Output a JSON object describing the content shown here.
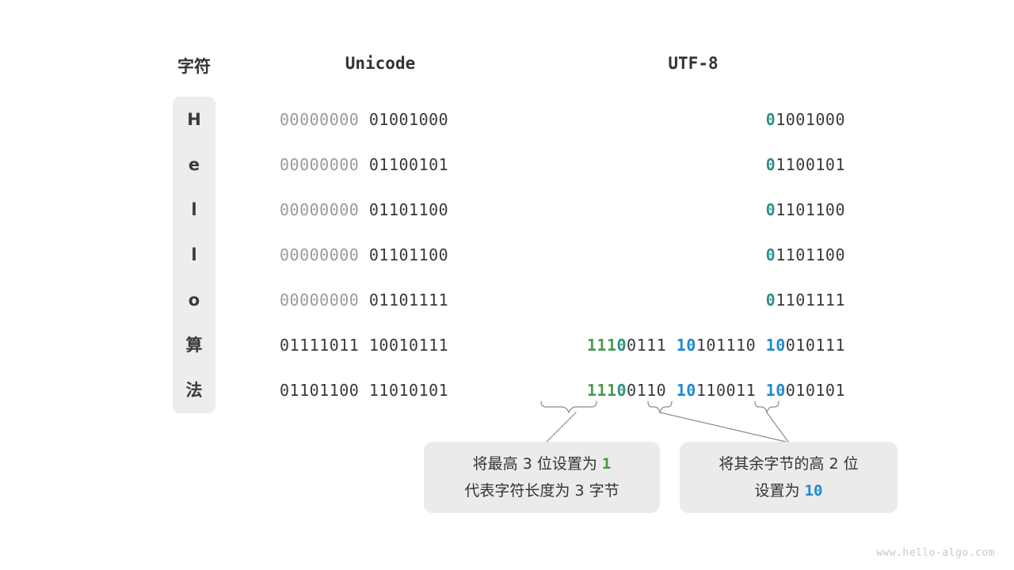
{
  "title": "Unicode to UTF-8 encoding diagram",
  "headers": {
    "char": "字符",
    "unicode": "Unicode",
    "utf8": "UTF-8"
  },
  "rows": [
    {
      "char": "H",
      "unicode_high": "00000000",
      "unicode_low": "01001000",
      "utf8_bytes": [
        {
          "prefix": "0",
          "prefix_color": "teal",
          "rest": "1001000"
        }
      ]
    },
    {
      "char": "e",
      "unicode_high": "00000000",
      "unicode_low": "01100101",
      "utf8_bytes": [
        {
          "prefix": "0",
          "prefix_color": "teal",
          "rest": "1100101"
        }
      ]
    },
    {
      "char": "l",
      "unicode_high": "00000000",
      "unicode_low": "01101100",
      "utf8_bytes": [
        {
          "prefix": "0",
          "prefix_color": "teal",
          "rest": "1101100"
        }
      ]
    },
    {
      "char": "l",
      "unicode_high": "00000000",
      "unicode_low": "01101100",
      "utf8_bytes": [
        {
          "prefix": "0",
          "prefix_color": "teal",
          "rest": "1101100"
        }
      ]
    },
    {
      "char": "o",
      "unicode_high": "00000000",
      "unicode_low": "01101111",
      "utf8_bytes": [
        {
          "prefix": "0",
          "prefix_color": "teal",
          "rest": "1101111"
        }
      ]
    },
    {
      "char": "算",
      "unicode_high": "01111011",
      "unicode_low": "10010111",
      "utf8_bytes": [
        {
          "prefix": "111",
          "prefix_color": "green",
          "prefix2": "0",
          "prefix2_color": "teal",
          "rest": "0111"
        },
        {
          "prefix": "10",
          "prefix_color": "blue",
          "rest": "101110"
        },
        {
          "prefix": "10",
          "prefix_color": "blue",
          "rest": "010111"
        }
      ]
    },
    {
      "char": "法",
      "unicode_high": "01101100",
      "unicode_low": "11010101",
      "utf8_bytes": [
        {
          "prefix": "111",
          "prefix_color": "green",
          "prefix2": "0",
          "prefix2_color": "teal",
          "rest": "0110"
        },
        {
          "prefix": "10",
          "prefix_color": "blue",
          "rest": "110011"
        },
        {
          "prefix": "10",
          "prefix_color": "blue",
          "rest": "010101"
        }
      ]
    }
  ],
  "callouts": {
    "left": {
      "line1_a": "将最高 ",
      "line1_num": "3",
      "line1_b": " 位设置为 ",
      "line1_value": "1",
      "line2": "代表字符长度为 3 字节"
    },
    "right": {
      "line1": "将其余字节的高 2 位",
      "line2_a": "设置为 ",
      "line2_value": "10"
    }
  },
  "watermark": "www.hello-algo.com",
  "colors": {
    "green": "#4b9b54",
    "teal": "#2e9188",
    "blue": "#1f8ad0",
    "text": "#3a3a3a",
    "dim": "#9a9a9a",
    "panel": "#ededed",
    "callout": "#ebebeb"
  }
}
